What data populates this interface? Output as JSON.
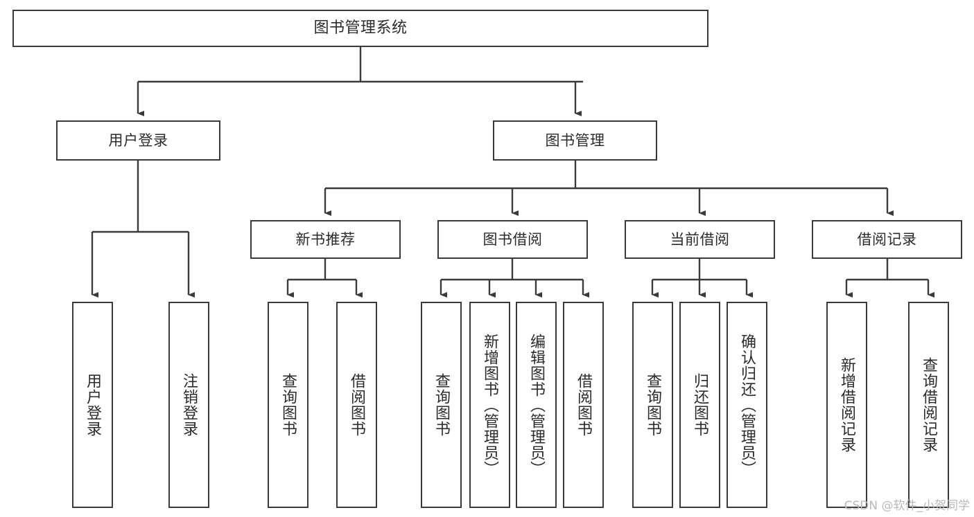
{
  "diagram": {
    "type": "tree",
    "orientation": "top-down",
    "title": "图书管理系统",
    "style": {
      "box_border_color": "#3a3a3a",
      "box_fill_color": "#ffffff",
      "connector_color": "#3a3a3a",
      "text_color": "#2b2b2b",
      "background_color": "#ffffff"
    },
    "root": {
      "id": "root",
      "label": "图书管理系统"
    },
    "level2": [
      {
        "id": "user-login",
        "label": "用户登录"
      },
      {
        "id": "book-management",
        "label": "图书管理"
      }
    ],
    "level3": [
      {
        "id": "new-book-recommend",
        "label": "新书推荐",
        "parent": "book-management"
      },
      {
        "id": "book-borrow",
        "label": "图书借阅",
        "parent": "book-management"
      },
      {
        "id": "current-borrow",
        "label": "当前借阅",
        "parent": "book-management"
      },
      {
        "id": "borrow-record",
        "label": "借阅记录",
        "parent": "book-management"
      }
    ],
    "leaves": [
      {
        "id": "leaf-user-login",
        "label": "用户登录",
        "parent": "user-login"
      },
      {
        "id": "leaf-user-logout",
        "label": "注销登录",
        "parent": "user-login"
      },
      {
        "id": "leaf-query-book-1",
        "label": "查询图书",
        "parent": "new-book-recommend"
      },
      {
        "id": "leaf-borrow-book-1",
        "label": "借阅图书",
        "parent": "new-book-recommend"
      },
      {
        "id": "leaf-query-book-2",
        "label": "查询图书",
        "parent": "book-borrow"
      },
      {
        "id": "leaf-add-book",
        "label": "新增图书（管理员）",
        "parent": "book-borrow"
      },
      {
        "id": "leaf-edit-book",
        "label": "编辑图书（管理员）",
        "parent": "book-borrow"
      },
      {
        "id": "leaf-borrow-book-2",
        "label": "借阅图书",
        "parent": "book-borrow"
      },
      {
        "id": "leaf-query-book-3",
        "label": "查询图书",
        "parent": "current-borrow"
      },
      {
        "id": "leaf-return-book",
        "label": "归还图书",
        "parent": "current-borrow"
      },
      {
        "id": "leaf-confirm-return",
        "label": "确认归还（管理员）",
        "parent": "current-borrow"
      },
      {
        "id": "leaf-add-record",
        "label": "新增借阅记录",
        "parent": "borrow-record"
      },
      {
        "id": "leaf-query-record",
        "label": "查询借阅记录",
        "parent": "borrow-record"
      }
    ]
  },
  "watermark": {
    "text": "CSDN @软件_小贺同学"
  }
}
